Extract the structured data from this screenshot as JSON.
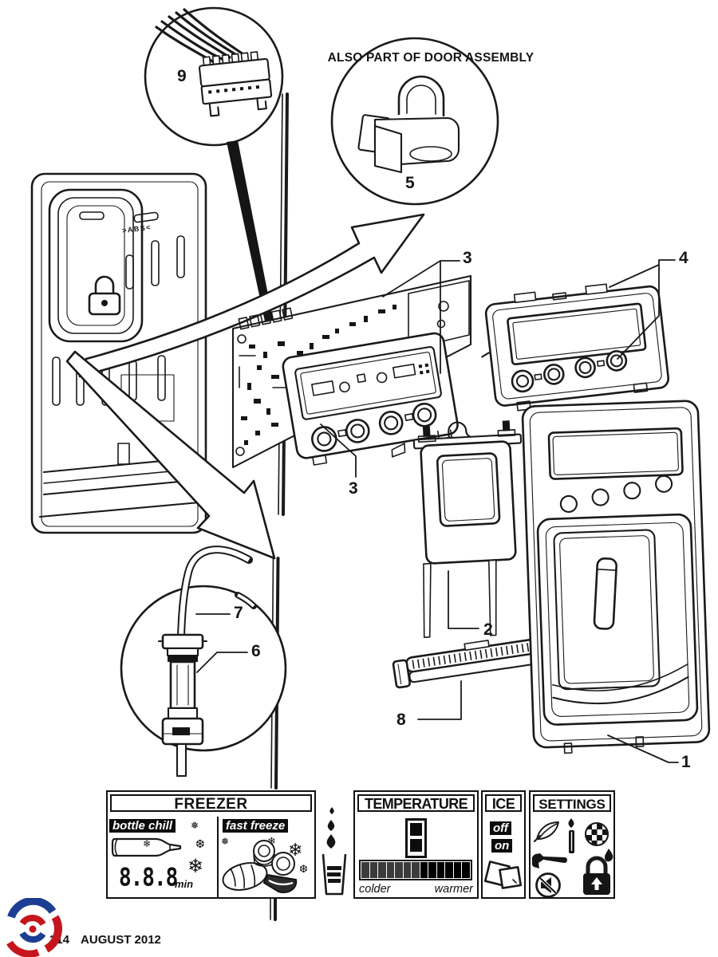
{
  "note": {
    "door_assembly": "ALSO PART OF DOOR ASSEMBLY"
  },
  "panel": {
    "material_marking": ">ABS<"
  },
  "parts": {
    "1": "1",
    "2": "2",
    "3": "3",
    "4": "4",
    "5": "5",
    "6": "6",
    "7": "7",
    "8": "8",
    "9": "9"
  },
  "display": {
    "freezer": {
      "title": "FREEZER",
      "modes": {
        "bottle_chill": "bottle chill",
        "fast_freeze": "fast freeze"
      },
      "timer": {
        "value": "8.8.8",
        "unit": "min"
      }
    },
    "temperature": {
      "title": "TEMPERATURE",
      "scale": {
        "left": "colder",
        "right": "warmer"
      },
      "bar_segments": 13,
      "bar_dark_from": 8
    },
    "ice": {
      "title": "ICE",
      "options": {
        "off": "off",
        "on": "on"
      }
    },
    "settings": {
      "title": "SETTINGS",
      "icons": [
        "eco-leaf",
        "candle",
        "globe",
        "wrench",
        "sound-mute",
        "water-filter-lock"
      ]
    }
  },
  "glyphs": {
    "snow_a": "❄",
    "snow_b": "❅",
    "snow_c": "❆"
  },
  "icon_names": [
    "water-droplets-icon",
    "water-glass-icon",
    "ice-cubes-icon",
    "fridge-icon",
    "bottle-icon",
    "frozen-food-icon"
  ],
  "footer": {
    "code": "314",
    "date": "AUGUST 2012"
  },
  "colors": {
    "line": "#1a1a1a",
    "display_dark": "#0c0c0c",
    "bar_left": "#3b3b3b",
    "bar_right": "#000000",
    "logo_red": "#c4161c",
    "logo_blue": "#1b3e93"
  }
}
